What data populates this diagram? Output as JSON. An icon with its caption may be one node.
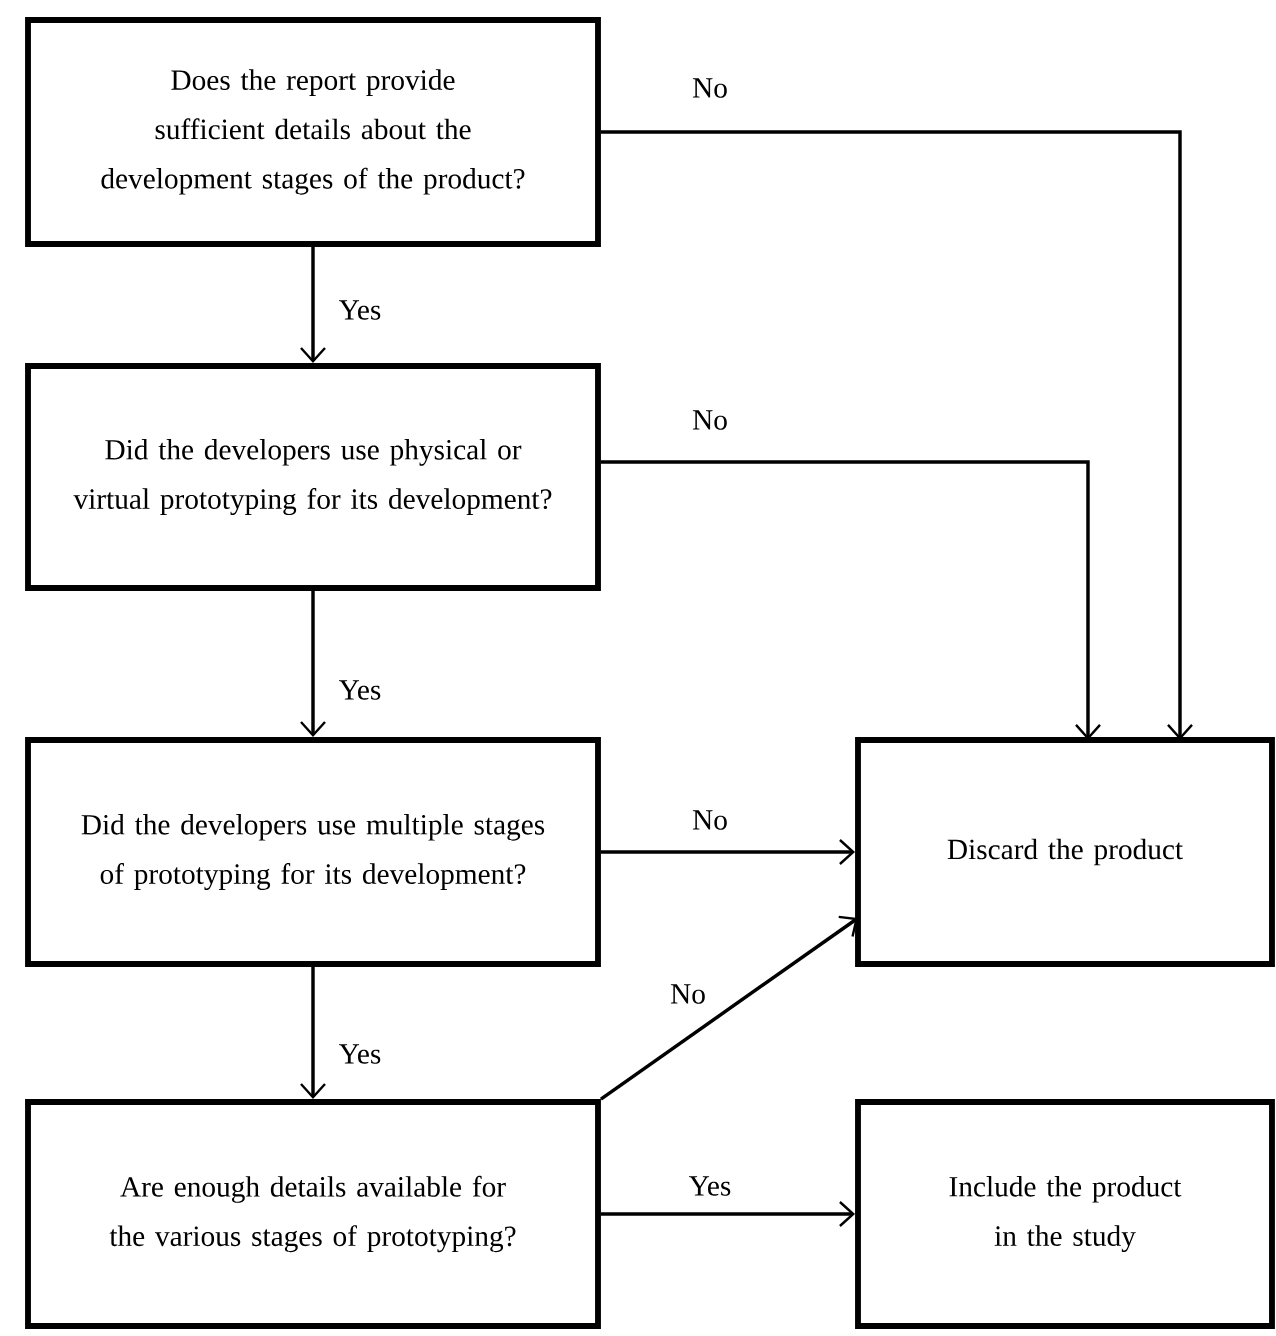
{
  "diagram": {
    "nodes": [
      {
        "text": [
          "Does the report provide sufficient details about the development stages of the product?"
        ]
      },
      {
        "text": [
          "Did the developers use physical or virtual prototyping for its development?"
        ]
      },
      {
        "text": [
          "Did the developers use multiple stages of prototyping for its development?"
        ]
      },
      {
        "text": [
          "Are enough details available for the various stages of prototyping?"
        ]
      },
      {
        "text": [
          "Discard the product"
        ]
      },
      {
        "text": [
          "Include the product in the study"
        ]
      }
    ],
    "edges": [
      {
        "from": 0,
        "to": 1,
        "arrow": "to",
        "label": "Yes"
      },
      {
        "from": 0,
        "to": 4,
        "arrow": "to",
        "label": "No"
      },
      {
        "from": 1,
        "to": 2,
        "arrow": "to",
        "label": "Yes"
      },
      {
        "from": 1,
        "to": 4,
        "arrow": "to",
        "label": "No"
      },
      {
        "from": 2,
        "to": 4,
        "arrow": "to",
        "label": "No"
      },
      {
        "from": 2,
        "to": 3,
        "arrow": "to",
        "label": "Yes"
      },
      {
        "from": 3,
        "to": 4,
        "arrow": "to",
        "label": "No"
      },
      {
        "from": 3,
        "to": 5,
        "arrow": "to",
        "label": "Yes"
      }
    ]
  }
}
